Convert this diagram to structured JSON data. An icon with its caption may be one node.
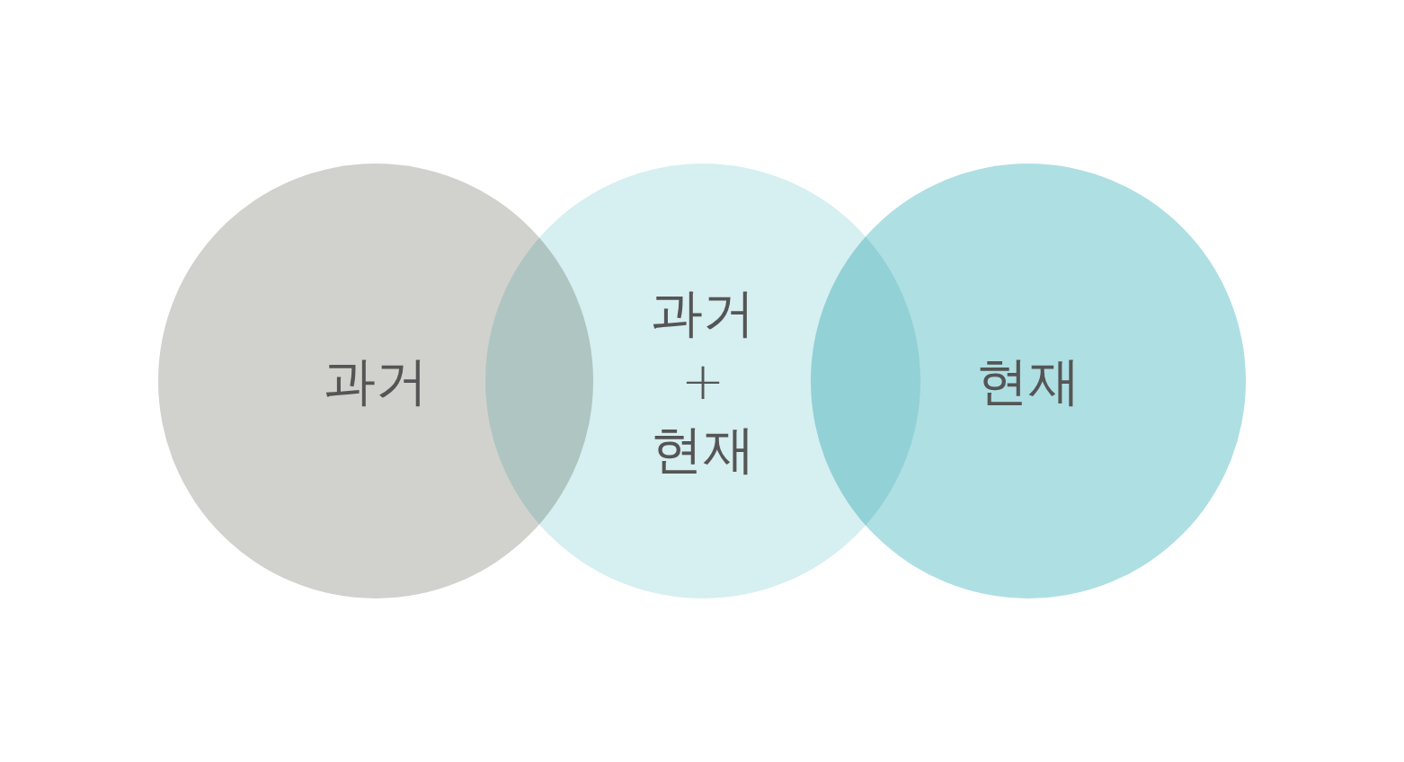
{
  "diagram": {
    "nodes": [
      {
        "text": [
          "과거"
        ]
      },
      {
        "text": [
          "과거 + 현재"
        ]
      },
      {
        "text": [
          "현재"
        ]
      }
    ]
  }
}
